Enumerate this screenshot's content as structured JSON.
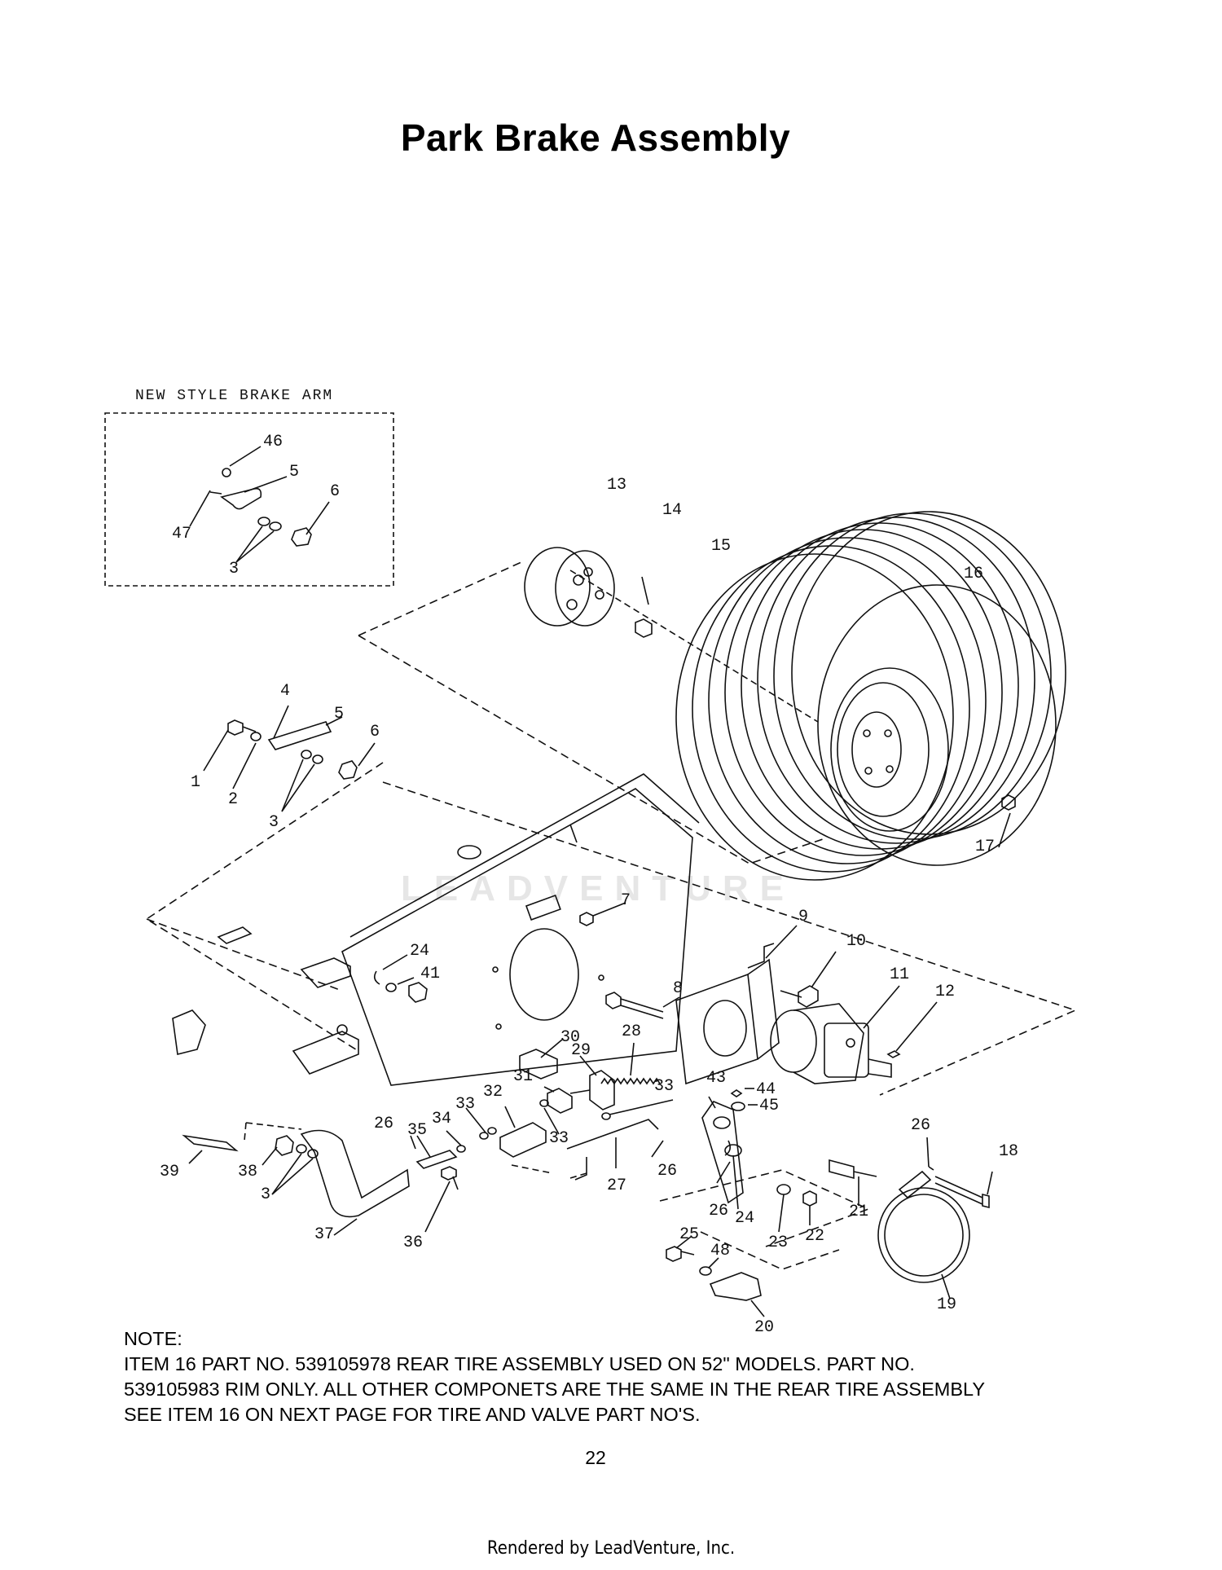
{
  "page": {
    "title": "Park Brake Assembly",
    "page_number": "22",
    "footer": "Rendered by LeadVenture, Inc.",
    "watermark": "LEADVENTURE"
  },
  "diagram": {
    "inset_title": "NEW STYLE BRAKE ARM",
    "callouts": {
      "c46": "46",
      "c5a": "5",
      "c6a": "6",
      "c47": "47",
      "c3a": "3",
      "c13": "13",
      "c14": "14",
      "c15": "15",
      "c16": "16",
      "c17": "17",
      "c4": "4",
      "c5b": "5",
      "c6b": "6",
      "c1": "1",
      "c2": "2",
      "c3b": "3",
      "c7": "7",
      "c9": "9",
      "c10": "10",
      "c11": "11",
      "c12": "12",
      "c8": "8",
      "c24a": "24",
      "c41": "41",
      "c30": "30",
      "c28": "28",
      "c29": "29",
      "c31": "31",
      "c32": "32",
      "c33a": "33",
      "c33b": "33",
      "c33c": "33",
      "c34": "34",
      "c35": "35",
      "c26a": "26",
      "c26b": "26",
      "c26c": "26",
      "c26d": "26",
      "c43": "43",
      "c44": "44",
      "c45": "45",
      "c39": "39",
      "c38": "38",
      "c3c": "3",
      "c37": "37",
      "c36": "36",
      "c27": "27",
      "c24b": "24",
      "c23": "23",
      "c22": "22",
      "c21": "21",
      "c18": "18",
      "c19": "19",
      "c25": "25",
      "c48": "48",
      "c20": "20"
    }
  },
  "note": {
    "heading": "NOTE:",
    "lines": [
      "ITEM 16 PART NO. 539105978 REAR TIRE ASSEMBLY USED ON 52\" MODELS. PART NO.",
      "539105983 RIM ONLY. ALL OTHER COMPONETS ARE THE SAME IN THE REAR TIRE ASSEMBLY",
      "SEE ITEM 16 ON NEXT PAGE FOR TIRE AND VALVE PART NO'S."
    ]
  }
}
